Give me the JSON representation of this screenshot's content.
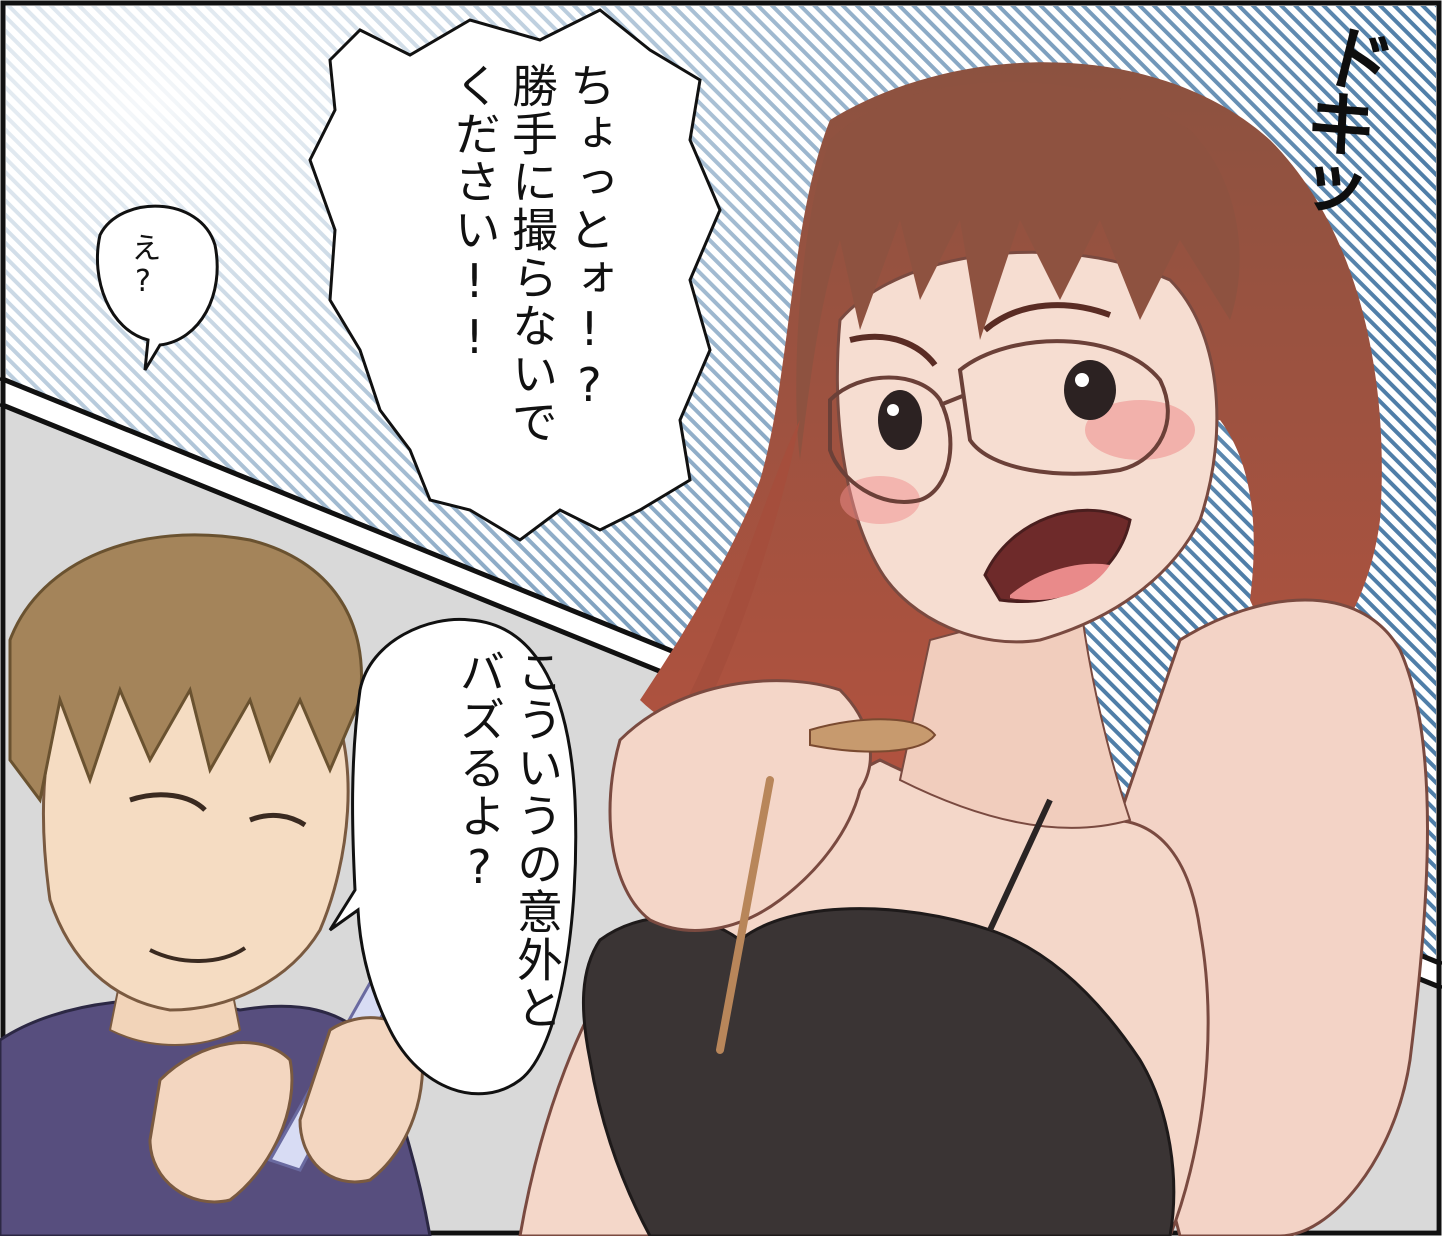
{
  "panel": {
    "bubble_woman": [
      "ちょっとォ!?",
      "勝手に撮らないで",
      "ください!!"
    ],
    "bubble_man": [
      "こういうの意外と",
      "バズるよ?"
    ],
    "bubble_small": "え?",
    "sfx": "ドキッ"
  },
  "colors": {
    "screentone": "#4f7ea8",
    "hair_woman": "#8a4a38",
    "hair_man": "#a4845a",
    "skin": "#f4d7c9",
    "shirt_man": "#574e7e",
    "bra": "#3a3434",
    "background_gray": "#d8d8d8"
  }
}
